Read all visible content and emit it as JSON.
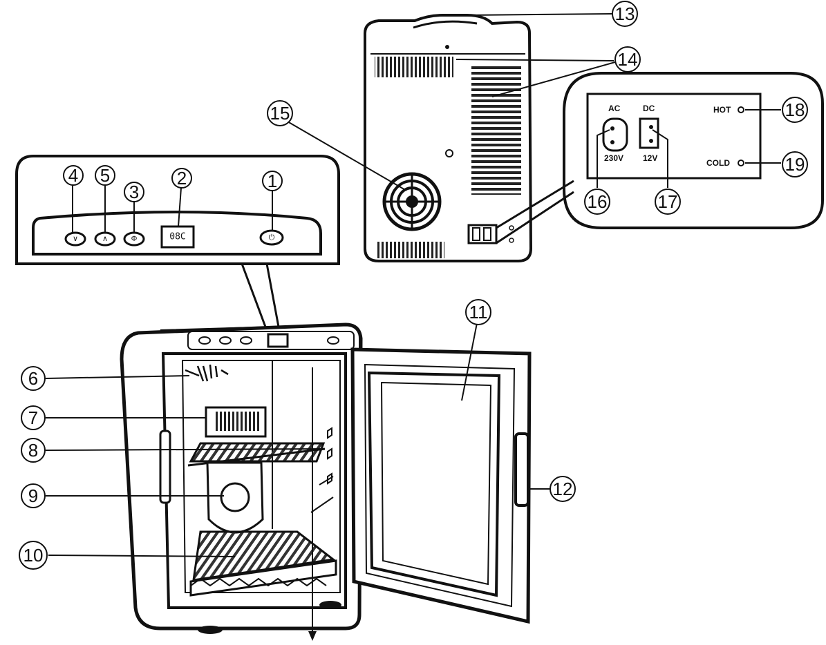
{
  "callouts": {
    "n1": "1",
    "n2": "2",
    "n3": "3",
    "n4": "4",
    "n5": "5",
    "n6": "6",
    "n7": "7",
    "n8": "8",
    "n9": "9",
    "n10": "10",
    "n11": "11",
    "n12": "12",
    "n13": "13",
    "n14": "14",
    "n15": "15",
    "n16": "16",
    "n17": "17",
    "n18": "18",
    "n19": "19"
  },
  "control_panel": {
    "display_text": "08C",
    "btn_down_glyph": "∨",
    "btn_up_glyph": "∧",
    "btn_mode_glyph": "Φ",
    "btn_power_glyph": "⏻"
  },
  "rear_panel": {
    "ac_label": "AC",
    "dc_label": "DC",
    "ac_voltage": "230V",
    "dc_voltage": "12V",
    "hot_label": "HOT",
    "cold_label": "COLD"
  }
}
